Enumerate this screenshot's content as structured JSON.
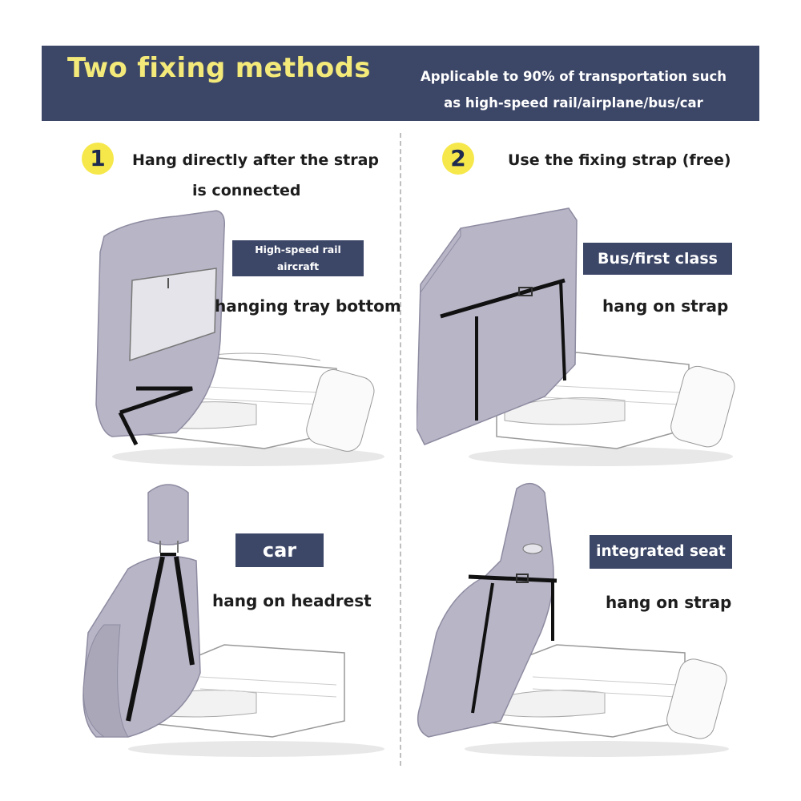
{
  "header": {
    "title": "Two fixing methods",
    "subtitle_line1": "Applicable to 90% of transportation such",
    "subtitle_line2": "as high-speed rail/airplane/bus/car"
  },
  "method1": {
    "number": "1",
    "text_line1": "Hang directly after the strap",
    "text_line2": "is connected"
  },
  "method2": {
    "number": "2",
    "text": "Use the fixing strap (free)"
  },
  "panels": [
    {
      "tag_line1": "High-speed rail",
      "tag_line2": "aircraft",
      "caption": "hanging tray bottom"
    },
    {
      "tag": "Bus/first class",
      "caption": "hang on strap"
    },
    {
      "tag": "car",
      "caption": "hang on headrest"
    },
    {
      "tag": "integrated seat",
      "caption": "hang on strap"
    }
  ],
  "colors": {
    "banner": "#3c4667",
    "title": "#f4ea7a",
    "number_circle": "#f6e84a",
    "seat": "#b7b5c6",
    "strap": "#111111"
  }
}
